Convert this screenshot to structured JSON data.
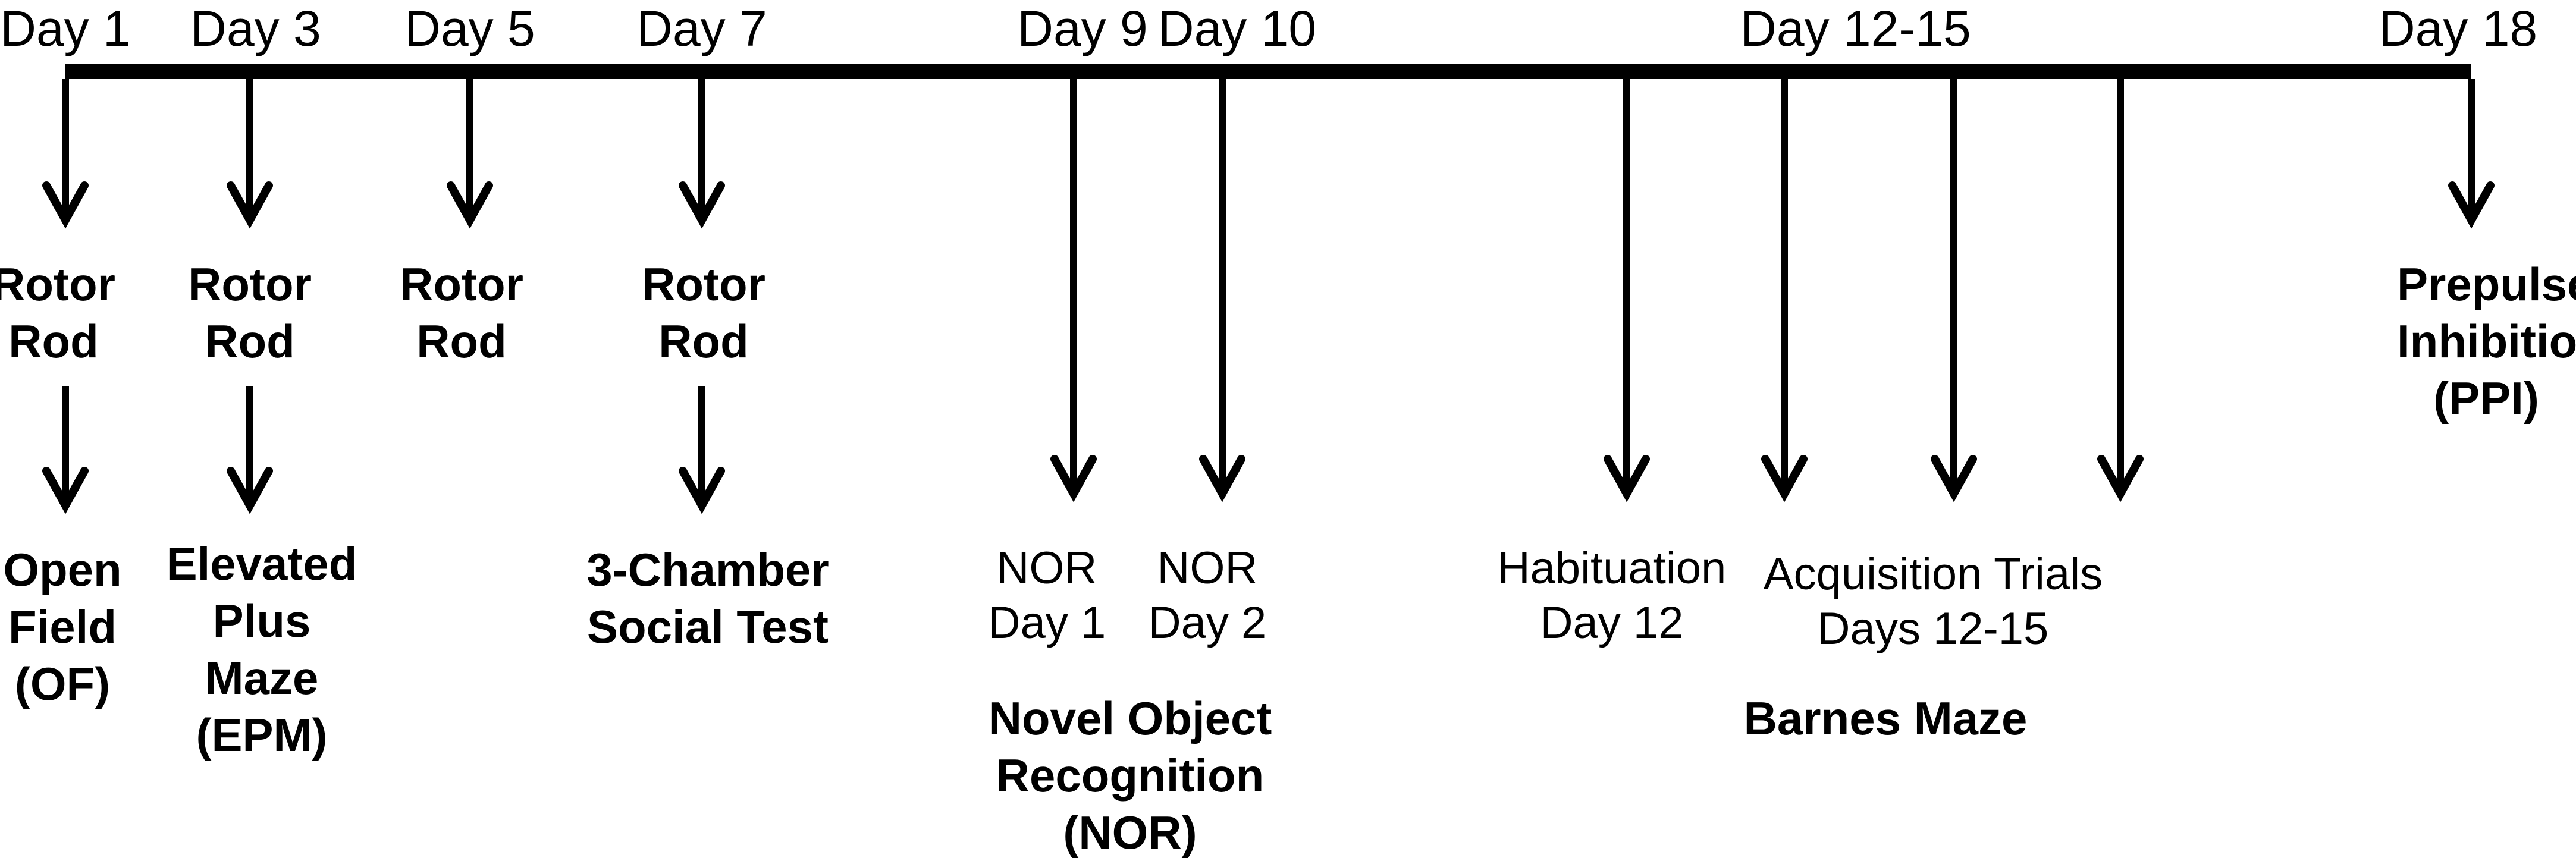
{
  "days": {
    "d1": "Day 1",
    "d3": "Day 3",
    "d5": "Day 5",
    "d7": "Day 7",
    "d9": "Day 9",
    "d10": "Day 10",
    "d12": "Day 12-15",
    "d18": "Day 18"
  },
  "tests": {
    "rotor_rod_1": [
      "Rotor",
      "Rod"
    ],
    "rotor_rod_3": [
      "Rotor",
      "Rod"
    ],
    "rotor_rod_5": [
      "Rotor",
      "Rod"
    ],
    "rotor_rod_7": [
      "Rotor",
      "Rod"
    ],
    "prepulse": [
      "Prepulse",
      "Inhibition",
      "(PPI)"
    ],
    "open_field": [
      "Open",
      "Field",
      "(OF)"
    ],
    "epm": [
      "Elevated",
      "Plus",
      "Maze",
      "(EPM)"
    ],
    "three_chamber": [
      "3-Chamber",
      "Social Test"
    ],
    "nor_day1": [
      "NOR",
      "Day 1"
    ],
    "nor_day2": [
      "NOR",
      "Day 2"
    ],
    "nor_title": [
      "Novel Object",
      "Recognition",
      "(NOR)"
    ],
    "habituation": [
      "Habituation",
      "Day 12"
    ],
    "acquisition": [
      "Acquisition Trials",
      "Days 12-15"
    ],
    "barnes": [
      "Barnes Maze"
    ]
  }
}
